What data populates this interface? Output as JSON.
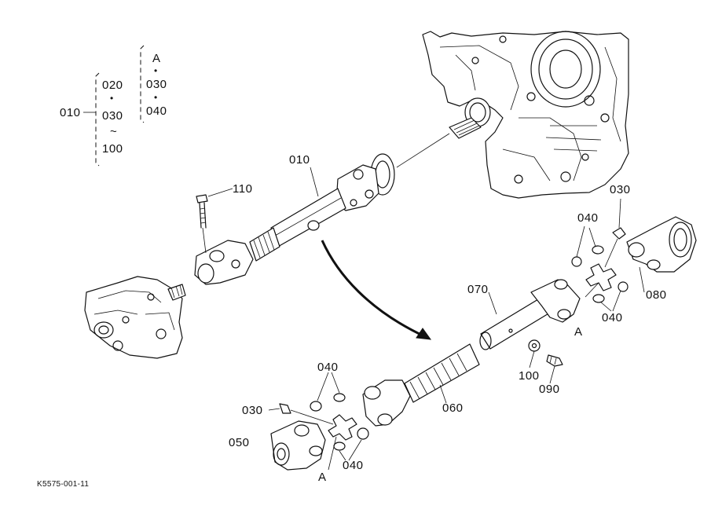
{
  "figure_code": "K5575-001-11",
  "legend": {
    "part_010": "010",
    "group_020": "020",
    "dot": "•",
    "group_030": "030",
    "tilde": "~",
    "group_100": "100",
    "assembly_a": "A",
    "assembly_030": "030",
    "assembly_040": "040"
  },
  "callouts": {
    "c010": "010",
    "c110": "110",
    "c030_right": "030",
    "c040_right_top": "040",
    "c080": "080",
    "c040_right_bottom": "040",
    "cA_right": "A",
    "c070": "070",
    "c100": "100",
    "c090": "090",
    "c060": "060",
    "c040_left_top": "040",
    "c030_left": "030",
    "c050": "050",
    "c040_left_bottom": "040",
    "cA_left": "A"
  }
}
